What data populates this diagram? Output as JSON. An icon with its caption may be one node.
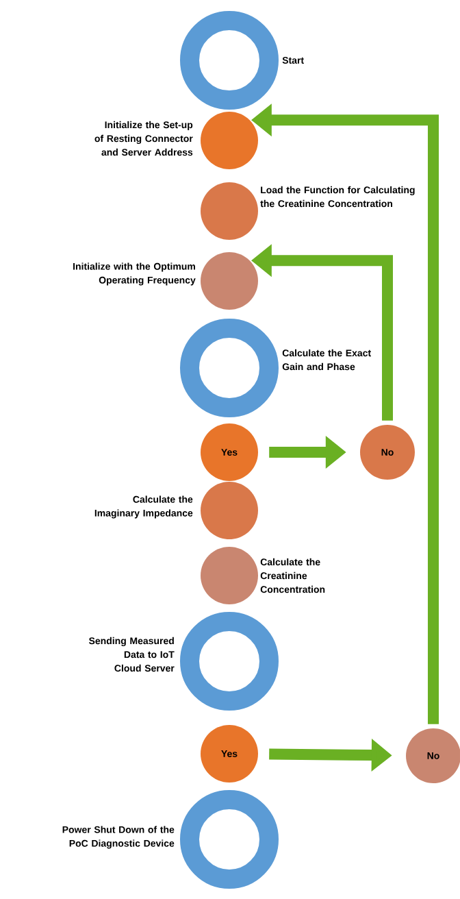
{
  "diagram": {
    "nodes": [
      {
        "text": [
          "Start"
        ]
      },
      {
        "text": [
          "Initialize the Set-up of Resting Connector and Server Address"
        ]
      },
      {
        "text": [
          "Load the Function for Calculating the Creatinine Concentration"
        ]
      },
      {
        "text": [
          "Initialize with the Optimum Operating Frequency"
        ]
      },
      {
        "text": [
          "Calculate the Exact Gain and Phase"
        ]
      },
      {
        "text": [
          "Yes"
        ]
      },
      {
        "text": [
          "No"
        ]
      },
      {
        "text": [
          "Calculate the Imaginary Impedance"
        ]
      },
      {
        "text": [
          "Calculate the Creatinine Concentration"
        ]
      },
      {
        "text": [
          "Sending Measured Data to IoT Cloud Server"
        ]
      },
      {
        "text": [
          "Yes"
        ]
      },
      {
        "text": [
          "No"
        ]
      },
      {
        "text": [
          "Power Shut Down of the PoC Diagnostic Device"
        ]
      }
    ],
    "edges": [
      {
        "from": 5,
        "to": 6,
        "arrow": "to"
      },
      {
        "from": 6,
        "to": 3,
        "arrow": "to"
      },
      {
        "from": 10,
        "to": 11,
        "arrow": "to"
      },
      {
        "from": 11,
        "to": 1,
        "arrow": "to"
      }
    ]
  }
}
